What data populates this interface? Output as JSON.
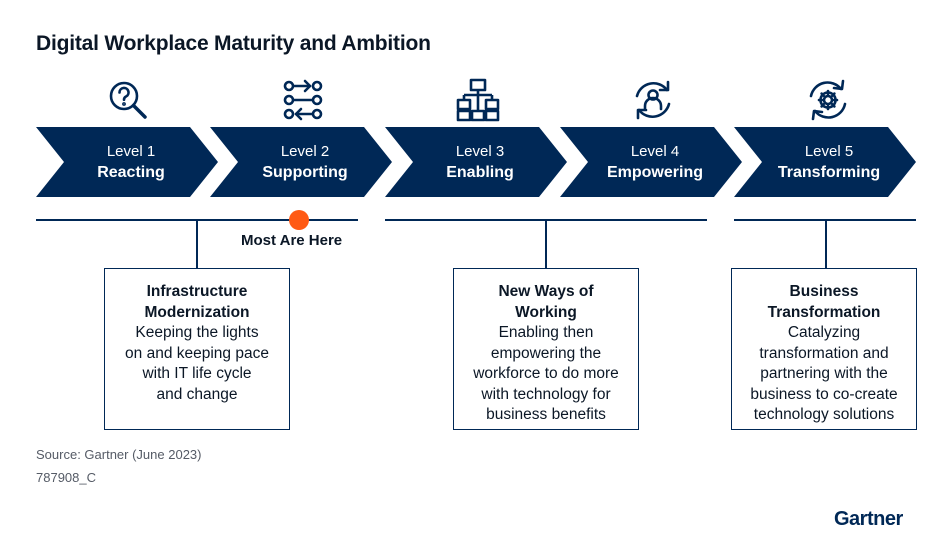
{
  "title": "Digital Workplace Maturity and Ambition",
  "levels": [
    {
      "level": "Level 1",
      "name": "Reacting",
      "icon": "question-search-icon"
    },
    {
      "level": "Level 2",
      "name": "Supporting",
      "icon": "arrows-exchange-icon"
    },
    {
      "level": "Level 3",
      "name": "Enabling",
      "icon": "hierarchy-icon"
    },
    {
      "level": "Level 4",
      "name": "Empowering",
      "icon": "person-cycle-icon"
    },
    {
      "level": "Level 5",
      "name": "Transforming",
      "icon": "gear-cycle-icon"
    }
  ],
  "marker_label": "Most Are Here",
  "boxes": [
    {
      "title_line1": "Infrastructure",
      "title_line2": "Modernization",
      "body": [
        "Keeping the lights",
        "on and keeping pace",
        "with IT life cycle",
        "and change"
      ]
    },
    {
      "title_line1": "New Ways of",
      "title_line2": "Working",
      "body": [
        "Enabling then",
        "empowering the",
        "workforce to do more",
        "with technology for",
        "business benefits"
      ]
    },
    {
      "title_line1": "Business",
      "title_line2": "Transformation",
      "body": [
        "Catalyzing",
        "transformation and",
        "partnering with the",
        "business to co-create",
        "technology solutions"
      ]
    }
  ],
  "source": "Source: Gartner (June 2023)",
  "code": "787908_C",
  "logo": "Gartner",
  "colors": {
    "navy": "#002856",
    "marker": "#ff5a14",
    "text": "#0b1726"
  }
}
